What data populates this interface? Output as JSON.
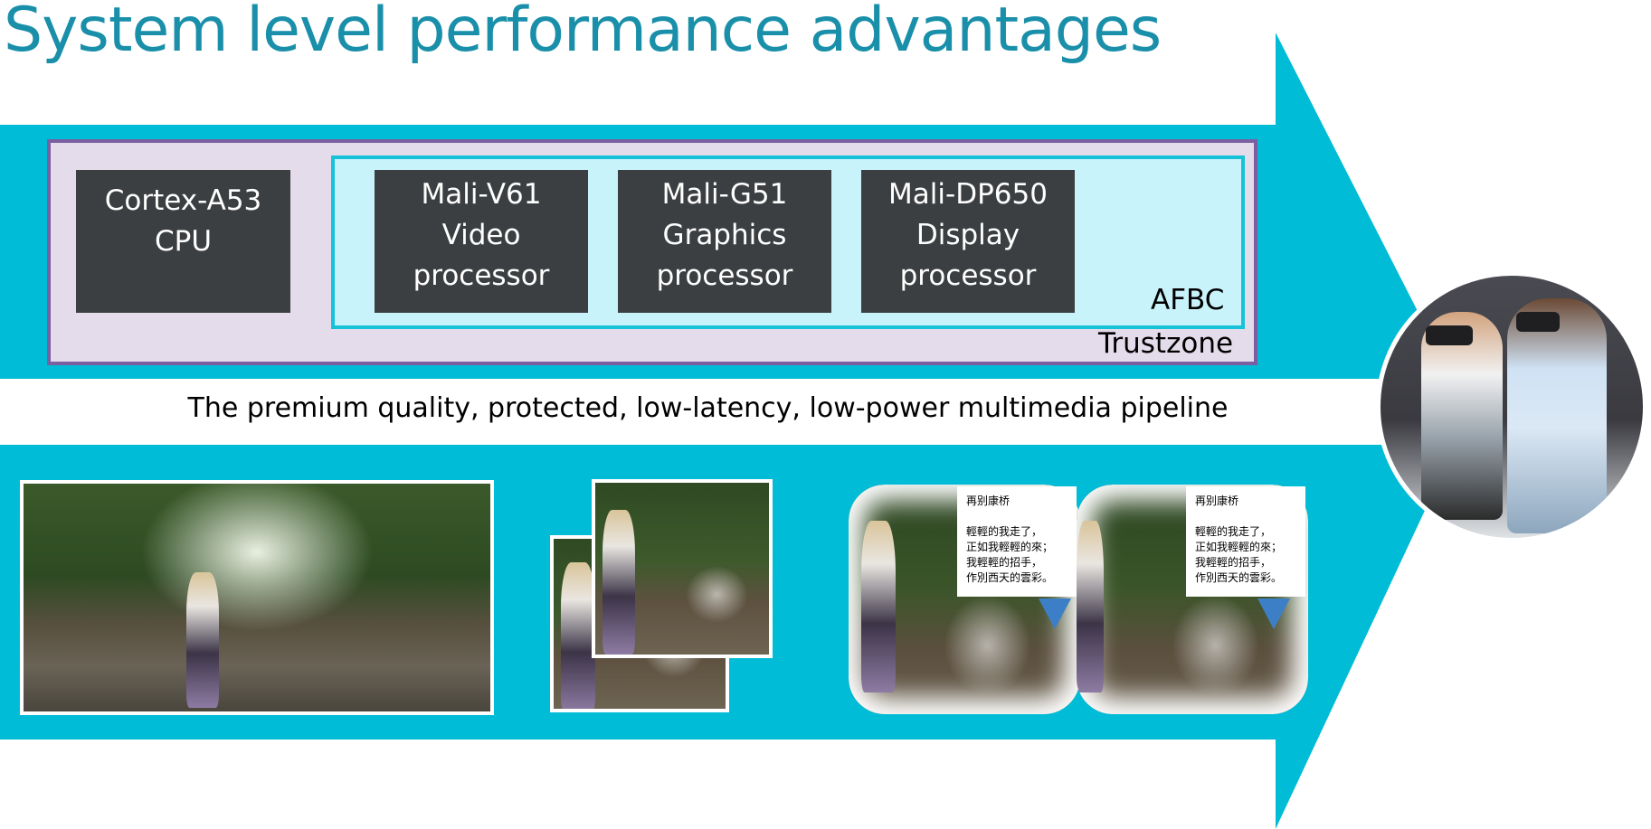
{
  "title": "System level performance advantages",
  "colors": {
    "arrow": "#00bcd6",
    "trustzone_fill": "#e4dcea",
    "trustzone_border": "#7b5fa0",
    "afbc_fill": "#c9f3fb",
    "afbc_border": "#15c2d8",
    "block_fill": "#3c3f41",
    "title": "#1a8fa9"
  },
  "blocks": [
    {
      "lines": [
        "Cortex-A53",
        "CPU"
      ]
    },
    {
      "lines": [
        "Mali-V61",
        "Video",
        "processor"
      ]
    },
    {
      "lines": [
        "Mali-G51",
        "Graphics",
        "processor"
      ]
    },
    {
      "lines": [
        "Mali-DP650",
        "Display",
        "processor"
      ]
    }
  ],
  "zones": {
    "afbc_label": "AFBC",
    "trustzone_label": "Trustzone"
  },
  "tagline": "The premium quality, protected, low-latency, low-power multimedia pipeline",
  "vr_note": {
    "lines": [
      "再别康桥",
      "",
      "輕輕的我走了，",
      "正如我輕輕的來；",
      "我輕輕的招手，",
      "作別西天的雲彩。"
    ]
  }
}
